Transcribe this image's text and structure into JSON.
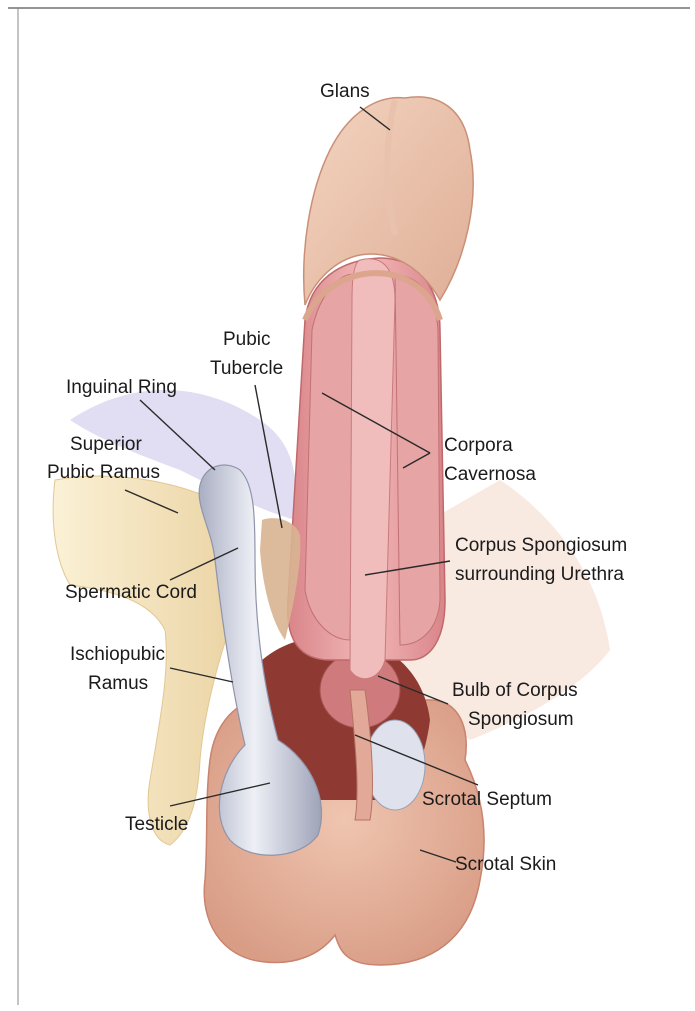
{
  "labels": {
    "glans": "Glans",
    "pubic_tubercle": [
      "Pubic",
      "Tubercle"
    ],
    "inguinal_ring": "Inguinal Ring",
    "superior_pubic_ramus": [
      "Superior",
      "Pubic Ramus"
    ],
    "corpora_cavernosa": [
      "Corpora",
      "Cavernosa"
    ],
    "corpus_spongiosum": [
      "Corpus Spongiosum",
      "surrounding Urethra"
    ],
    "spermatic_cord": "Spermatic Cord",
    "ischiopubic_ramus": [
      "Ischiopubic",
      "Ramus"
    ],
    "bulb": [
      "Bulb of Corpus",
      "Spongiosum"
    ],
    "testicle": "Testicle",
    "scrotal_septum": "Scrotal Septum",
    "scrotal_skin": "Scrotal Skin"
  },
  "colors": {
    "background": "#ffffff",
    "skin": "#e9b7a3",
    "cavernosa": "#e59c9f",
    "bone": "#f1dcae",
    "cord": "#c4c7d6",
    "fibers": "#c9c3e4",
    "cavity": "#8e3a33"
  }
}
